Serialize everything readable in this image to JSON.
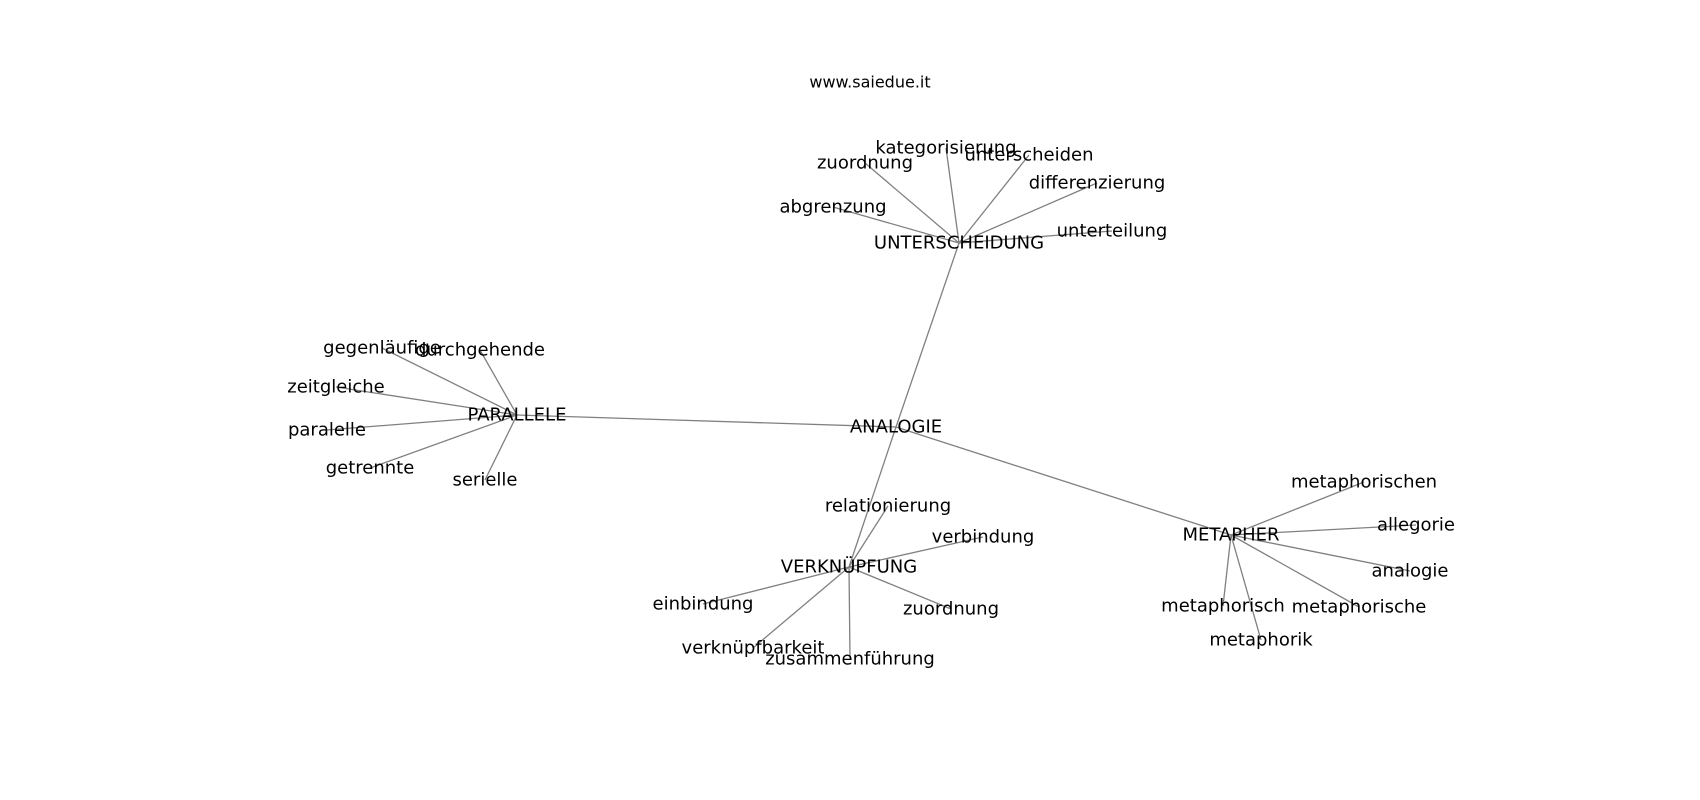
{
  "source": "www.saiedue.it",
  "colors": {
    "edge": "#808080",
    "text": "#000000",
    "background": "#ffffff"
  },
  "graph": {
    "center": "ANALOGIE",
    "clusters": [
      {
        "hub": "UNTERSCHEIDUNG",
        "leaves": [
          "kategorisierung",
          "zuordnung",
          "unterscheiden",
          "differenzierung",
          "abgrenzung",
          "unterteilung"
        ]
      },
      {
        "hub": "PARALLELE",
        "leaves": [
          "gegenläufige",
          "durchgehende",
          "zeitgleiche",
          "paralelle",
          "getrennte",
          "serielle"
        ]
      },
      {
        "hub": "VERKNÜPFUNG",
        "leaves": [
          "relationierung",
          "verbindung",
          "einbindung",
          "zuordnung",
          "verknüpfbarkeit",
          "zusammenführung"
        ]
      },
      {
        "hub": "METAPHER",
        "leaves": [
          "metaphorischen",
          "allegorie",
          "analogie",
          "metaphorisch",
          "metaphorische",
          "metaphorik"
        ]
      }
    ]
  }
}
